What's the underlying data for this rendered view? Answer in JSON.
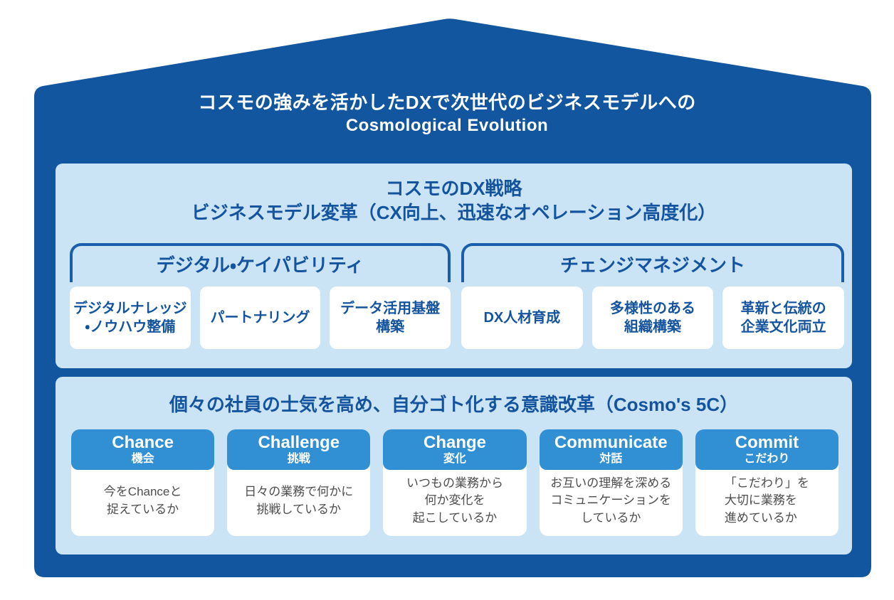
{
  "title": {
    "line1": "コスモの強みを活かしたDXで次世代のビジネスモデルへの",
    "line2": "Cosmological Evolution"
  },
  "strategy_panel": {
    "heading_line1": "コスモのDX戦略",
    "heading_line2": "ビジネスモデル変革（CX向上、迅速なオペレーション高度化）",
    "groups": [
      {
        "title": "デジタル・ケイパビリティ",
        "items": [
          "デジタルナレッジ\n・ノウハウ整備",
          "パートナリング",
          "データ活用基盤\n構築"
        ]
      },
      {
        "title": "チェンジマネジメント",
        "items": [
          "DX人材育成",
          "多様性のある\n組織構築",
          "革新と伝統の\n企業文化両立"
        ]
      }
    ]
  },
  "five_c_panel": {
    "heading": "個々の社員の士気を高め、自分ゴト化する意識改革（Cosmo's 5C）",
    "cards": [
      {
        "en": "Chance",
        "jp": "機会",
        "body": "今をChanceと\n捉えているか"
      },
      {
        "en": "Challenge",
        "jp": "挑戦",
        "body": "日々の業務で何かに\n挑戦しているか"
      },
      {
        "en": "Change",
        "jp": "変化",
        "body": "いつもの業務から\n何か変化を\n起こしているか"
      },
      {
        "en": "Communicate",
        "jp": "対話",
        "body": "お互いの理解を深める\nコミュニケーションを\nしているか"
      },
      {
        "en": "Commit",
        "jp": "こだわり",
        "body": "「こだわり」を\n大切に業務を\n進めているか"
      }
    ]
  },
  "colors": {
    "house_blue": "#1256A0",
    "panel_light_blue": "#CAE3F5",
    "accent_blue": "#1A5DAB",
    "text_blue": "#14549F",
    "card_header_blue": "#318FD3",
    "card_body_gray": "#4D4D4D"
  }
}
